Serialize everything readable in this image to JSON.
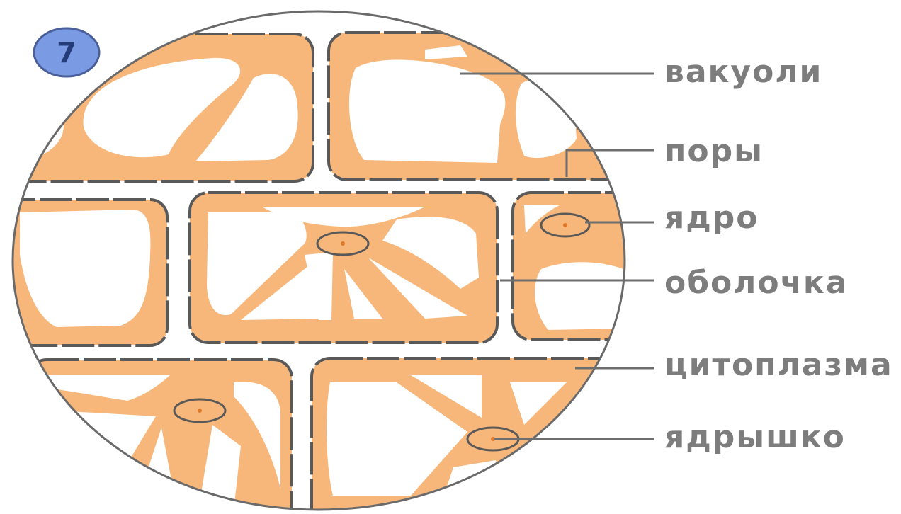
{
  "figure": {
    "number": "7",
    "labels": {
      "vacuoles": "вакуоли",
      "pores": "поры",
      "nucleus": "ядро",
      "wall": "оболочка",
      "cytoplasm": "цитоплазма",
      "nucleolus": "ядрышко"
    }
  },
  "colors": {
    "cytoplasm": "#f8b77a",
    "vacuole": "#ffffff",
    "wall_outline": "#595959",
    "leader_line": "#6e6e6e",
    "label_text": "#7d7d7d",
    "badge_fill": "#7a9be4",
    "badge_text": "#243c78",
    "nucleolus": "#e07a2a"
  }
}
